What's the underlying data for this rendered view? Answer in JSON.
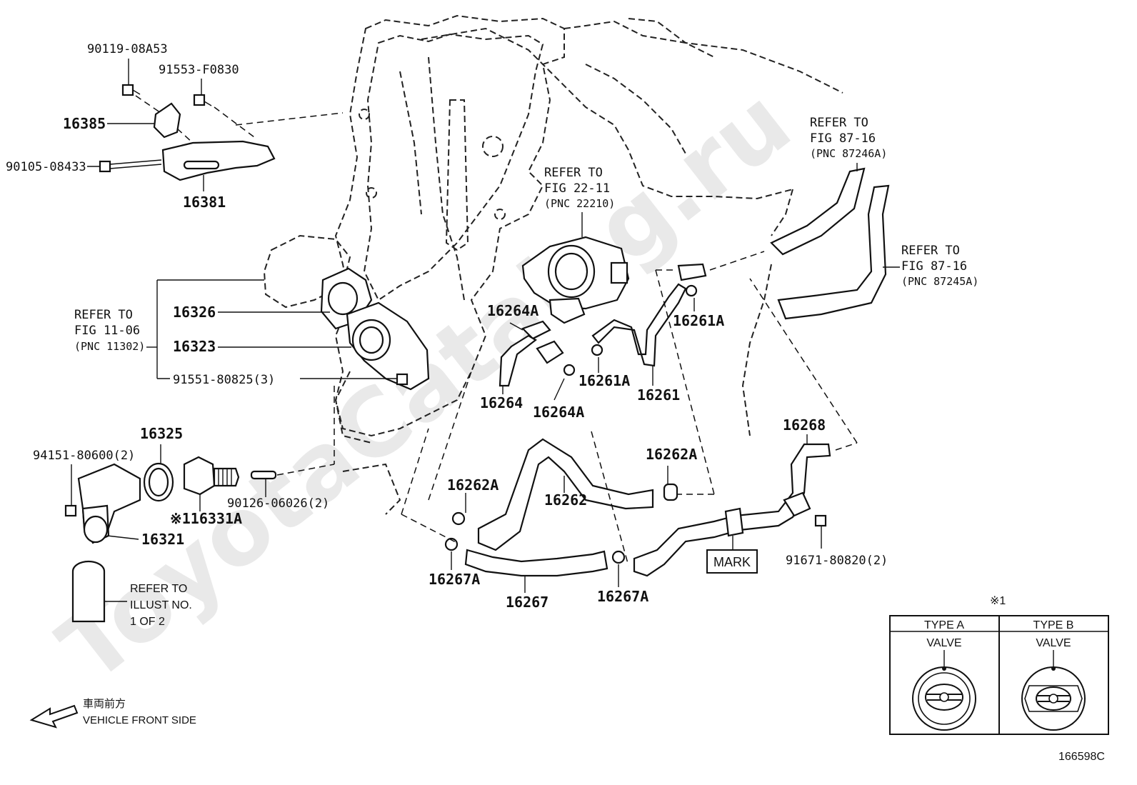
{
  "watermark": "ToyotaCatalog.ru",
  "figure_code": "166598C",
  "parts": {
    "p90119": "90119-08A53",
    "p91553": "91553-F0830",
    "p16385": "16385",
    "p90105": "90105-08433",
    "p16381": "16381",
    "p16326": "16326",
    "p16323": "16323",
    "p91551": "91551-80825(3)",
    "p16325": "16325",
    "p94151": "94151-80600(2)",
    "p90126": "90126-06026(2)",
    "p16331A": "※116331A",
    "p16321": "16321",
    "p16264A_top": "16264A",
    "p16264": "16264",
    "p16264A_bot": "16264A",
    "p16261A_top": "16261A",
    "p16261A_bot": "16261A",
    "p16261": "16261",
    "p16262A_right": "16262A",
    "p16262A_left": "16262A",
    "p16262": "16262",
    "p16268": "16268",
    "p91671": "91671-80820(2)",
    "p16267A_left": "16267A",
    "p16267": "16267",
    "p16267A_right": "16267A"
  },
  "refs": {
    "fig1106": {
      "l1": "REFER TO",
      "l2": "FIG 11-06",
      "l3": "(PNC 11302)"
    },
    "fig2211": {
      "l1": "REFER TO",
      "l2": "FIG 22-11",
      "l3": "(PNC 22210)"
    },
    "fig8716a": {
      "l1": "REFER TO",
      "l2": "FIG 87-16",
      "l3": "(PNC 87246A)"
    },
    "fig8716b": {
      "l1": "REFER TO",
      "l2": "FIG 87-16",
      "l3": "(PNC 87245A)"
    },
    "illust": {
      "l1": "REFER TO",
      "l2": "ILLUST NO.",
      "l3": "1 OF 2"
    }
  },
  "mark_label": "MARK",
  "front_side": {
    "jp": "車両前方",
    "en": "VEHICLE FRONT SIDE"
  },
  "type_table": {
    "note": "※1",
    "type_a": {
      "title": "TYPE A",
      "label": "VALVE"
    },
    "type_b": {
      "title": "TYPE B",
      "label": "VALVE"
    }
  }
}
